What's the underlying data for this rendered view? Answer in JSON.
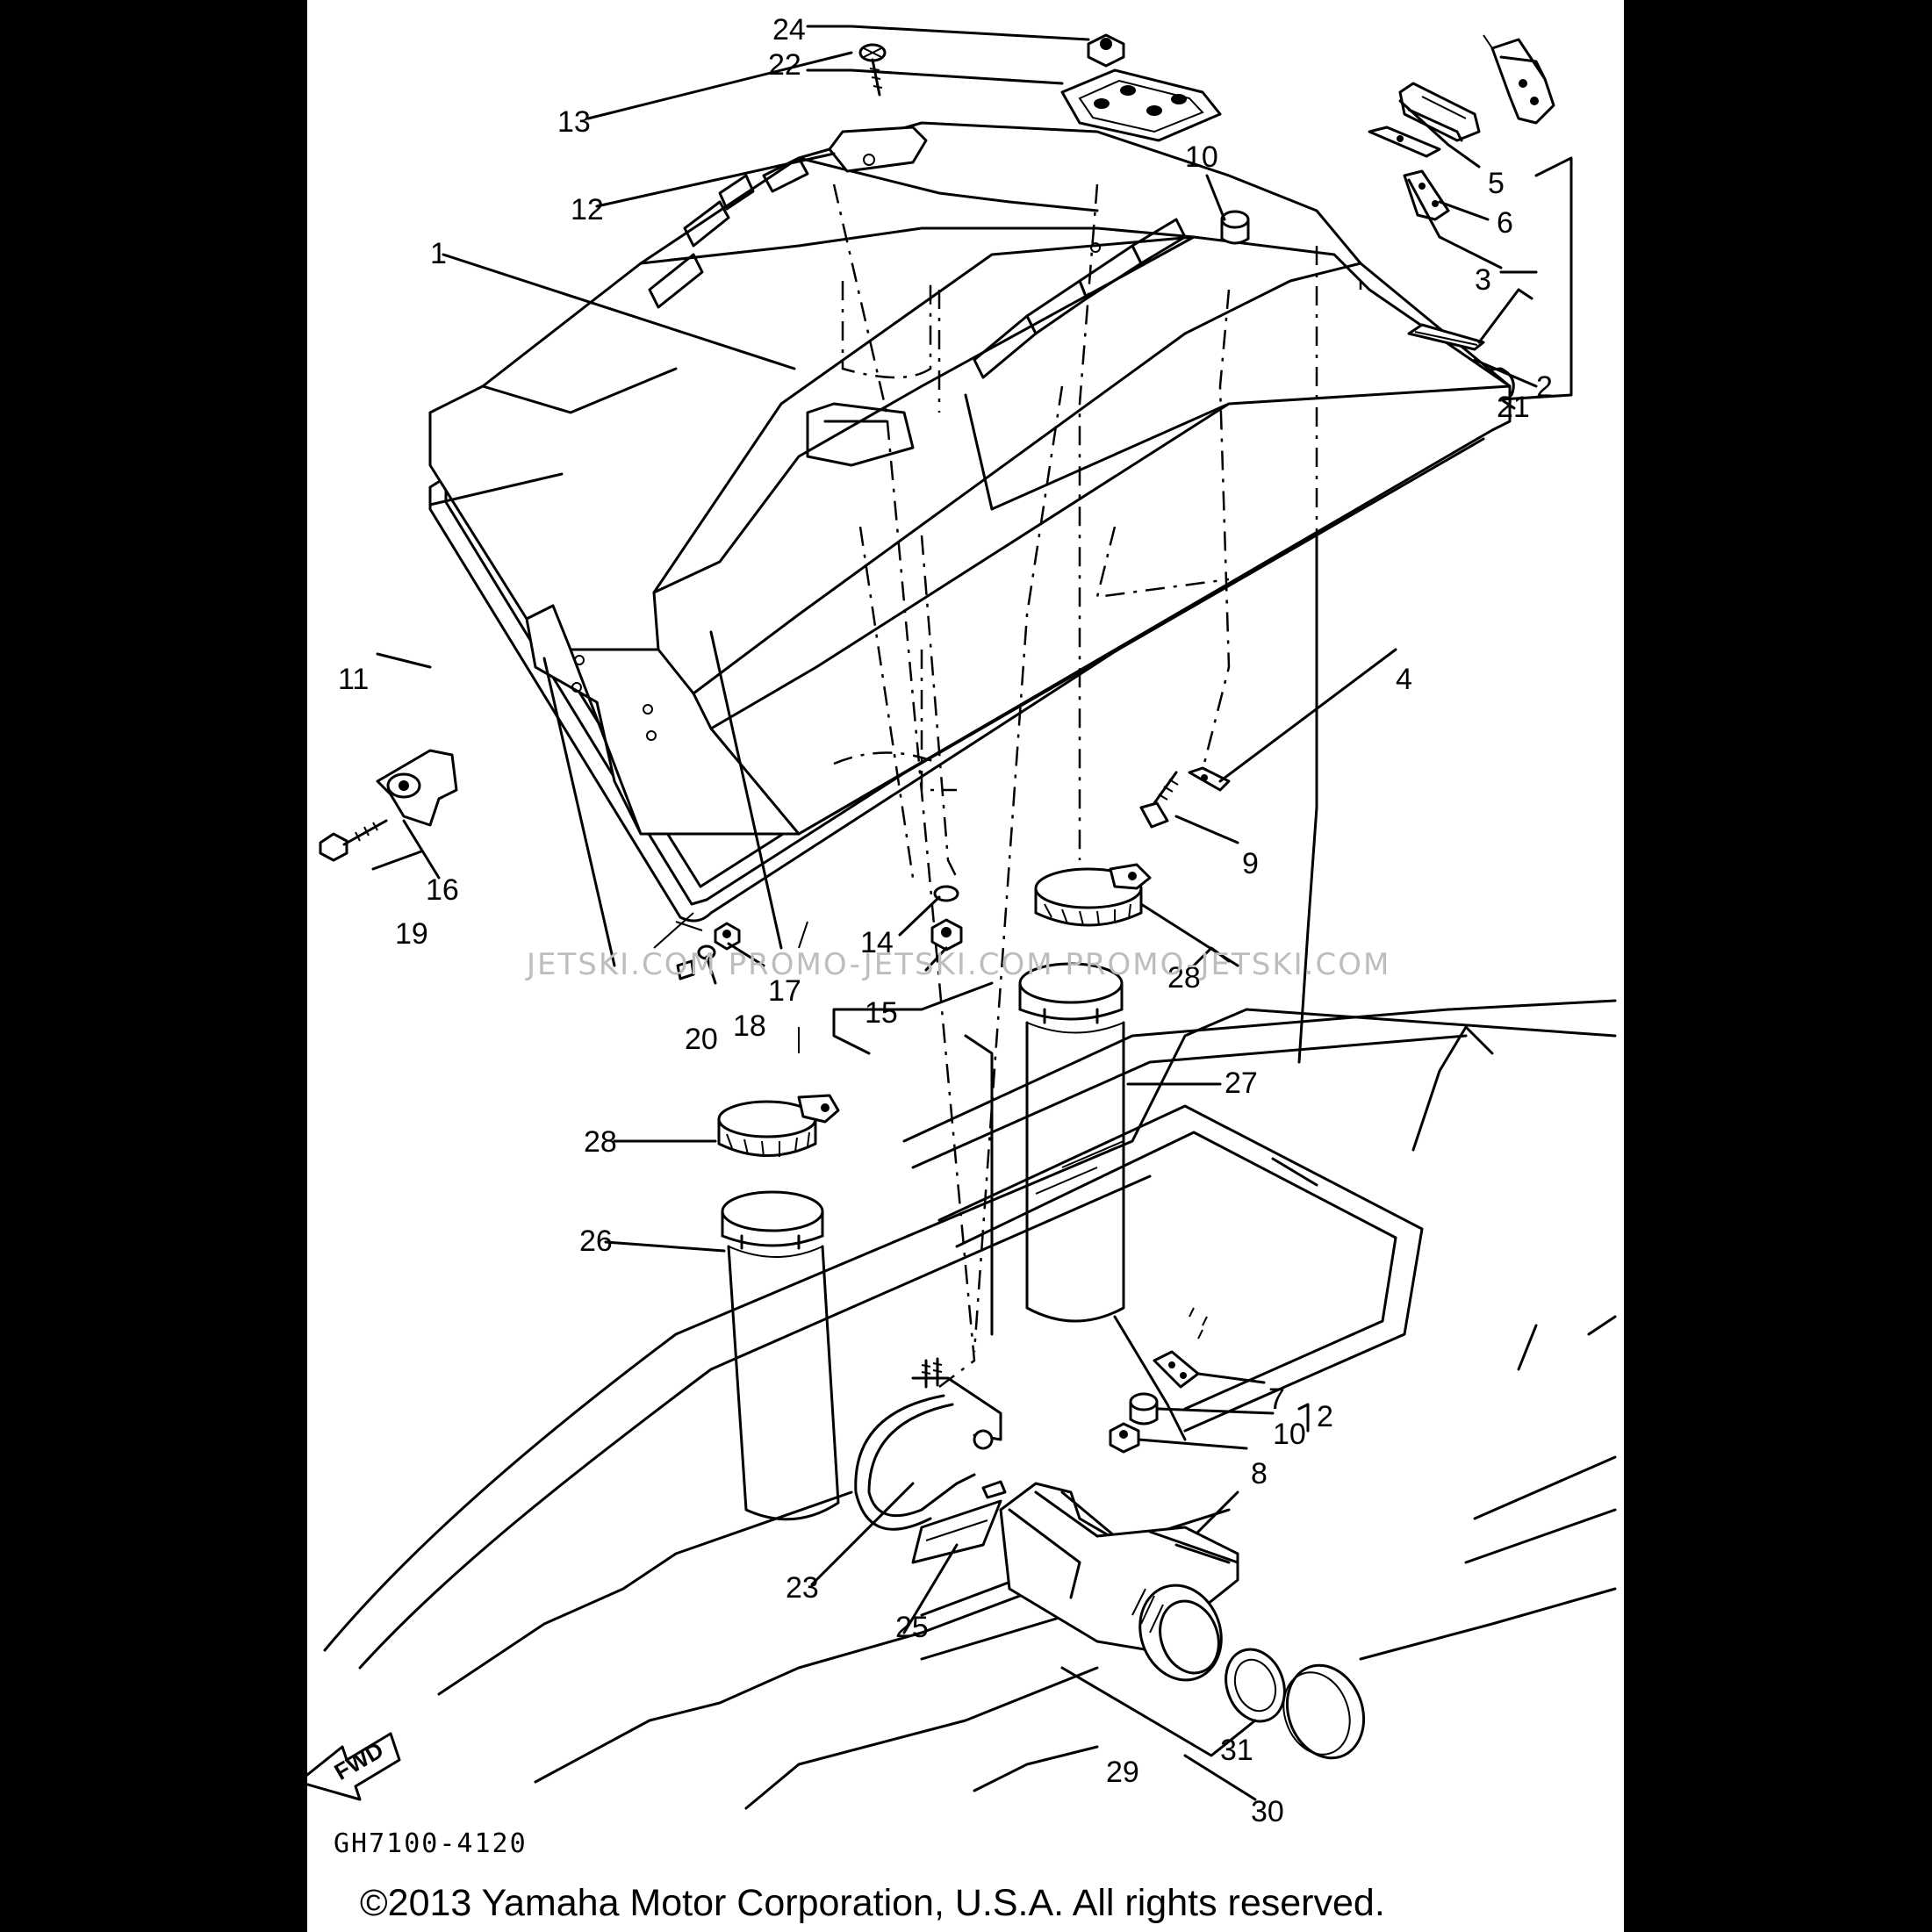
{
  "diagram_code": "GH7100-4120",
  "copyright": "©2013 Yamaha Motor Corporation, U.S.A. All rights reserved.",
  "watermark": "JETSKI.COM  PROMO-JETSKI.COM  PROMO-JETSKI.COM",
  "direction_label": "FWD",
  "callouts": [
    "1",
    "2",
    "2",
    "3",
    "4",
    "5",
    "6",
    "7",
    "8",
    "9",
    "10",
    "10",
    "11",
    "12",
    "13",
    "14",
    "15",
    "16",
    "17",
    "18",
    "19",
    "20",
    "21",
    "22",
    "23",
    "24",
    "25",
    "26",
    "27",
    "28",
    "28",
    "29",
    "30",
    "31"
  ]
}
